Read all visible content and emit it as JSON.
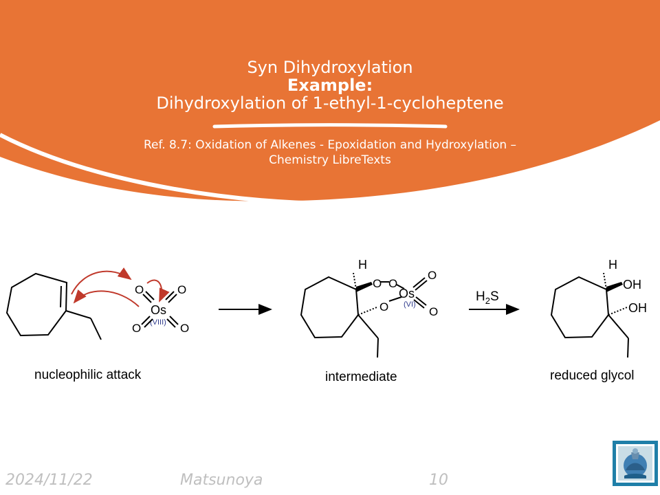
{
  "slide": {
    "title_line1": "Syn Dihydroxylation",
    "title_line2": "Example:",
    "title_line3": "Dihydroxylation of 1-ethyl-1-cycloheptene",
    "reference_line1": "Ref. 8.7: Oxidation of Alkenes - Epoxidation and Hydroxylation –",
    "reference_line2": "Chemistry LibreTexts"
  },
  "scheme": {
    "labels": [
      "nucleophilic attack",
      "intermediate",
      "reduced glycol"
    ],
    "reagent": {
      "main": "H",
      "sub": "2",
      "tail": "S"
    },
    "atoms": {
      "O": "O",
      "Os": "Os",
      "H": "H",
      "OH": "OH"
    },
    "oxidation_states": {
      "first": "(VIII)",
      "second": "(VI)"
    },
    "colors": {
      "arrow": "#c0392b",
      "oxidation_state": "#2e3a8c"
    }
  },
  "footer": {
    "date": "2024/11/22",
    "author": "Matsunoya",
    "page": "10"
  },
  "colors": {
    "accent": "#e87435",
    "footer_text": "#bfbfbf"
  }
}
